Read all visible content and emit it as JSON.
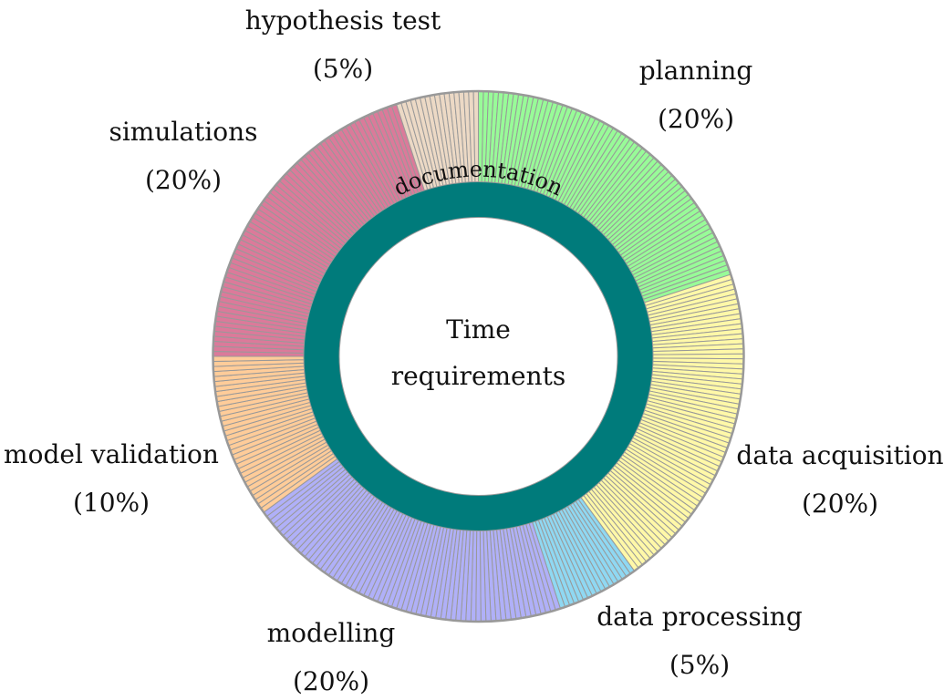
{
  "chart_data": {
    "type": "pie",
    "variant": "donut",
    "center_label": [
      "Time",
      "requirements"
    ],
    "inner_ring_label": "documentation",
    "slices": [
      {
        "label": "planning",
        "percent_text": "(20%)",
        "value": 20,
        "color": "#98fb98"
      },
      {
        "label": "data acquisition",
        "percent_text": "(20%)",
        "value": 20,
        "color": "#fff8a8"
      },
      {
        "label": "data processing",
        "percent_text": "(5%)",
        "value": 5,
        "color": "#8fd8f2"
      },
      {
        "label": "modelling",
        "percent_text": "(20%)",
        "value": 20,
        "color": "#b0b0f8"
      },
      {
        "label": "model validation",
        "percent_text": "(10%)",
        "value": 10,
        "color": "#ffcc99"
      },
      {
        "label": "simulations",
        "percent_text": "(20%)",
        "value": 20,
        "color": "#db7a9a"
      },
      {
        "label": "hypothesis test",
        "percent_text": "(5%)",
        "value": 5,
        "color": "#ecd9c5"
      }
    ],
    "ring_color": "#007b7b",
    "edge_color": "#999999"
  }
}
